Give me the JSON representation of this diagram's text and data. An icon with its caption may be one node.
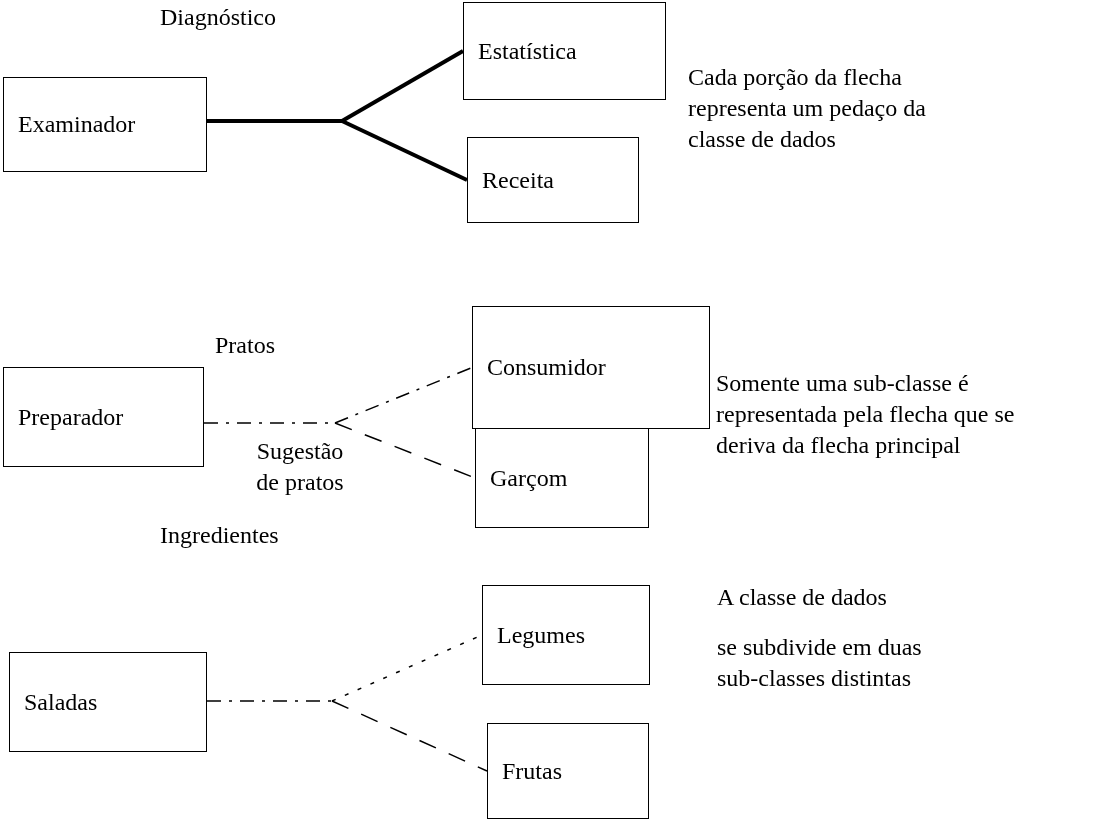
{
  "diagram": {
    "nodes": [
      {
        "text": [
          "Examinador"
        ]
      },
      {
        "text": [
          "Estatística"
        ]
      },
      {
        "text": [
          "Receita"
        ]
      },
      {
        "text": [
          "Preparador"
        ]
      },
      {
        "text": [
          "Consumidor"
        ]
      },
      {
        "text": [
          "Garçom"
        ]
      },
      {
        "text": [
          "Saladas"
        ]
      },
      {
        "text": [
          "Legumes"
        ]
      },
      {
        "text": [
          "Frutas"
        ]
      }
    ],
    "edges": [
      {
        "from": 0,
        "to": 1,
        "arrow": "none",
        "style": "thick"
      },
      {
        "from": 0,
        "to": 2,
        "arrow": "none",
        "style": "thick"
      },
      {
        "from": 3,
        "to": 4,
        "arrow": "none",
        "style": "dashed"
      },
      {
        "from": 3,
        "to": 5,
        "arrow": "none",
        "style": "dashed"
      },
      {
        "from": 6,
        "to": 7,
        "arrow": "none",
        "style": "dashed"
      },
      {
        "from": 6,
        "to": 8,
        "arrow": "none",
        "style": "dashed"
      }
    ],
    "labels": [
      "Diagnóstico",
      "Cada porção da flecha representa um pedaço da classe de dados",
      "Pratos",
      "Somente uma sub-classe é representada pela flecha que se deriva da flecha principal",
      "Sugestão de pratos",
      "Ingredientes",
      "A classe de dados",
      "se subdivide em duas sub-classes distintas"
    ]
  }
}
